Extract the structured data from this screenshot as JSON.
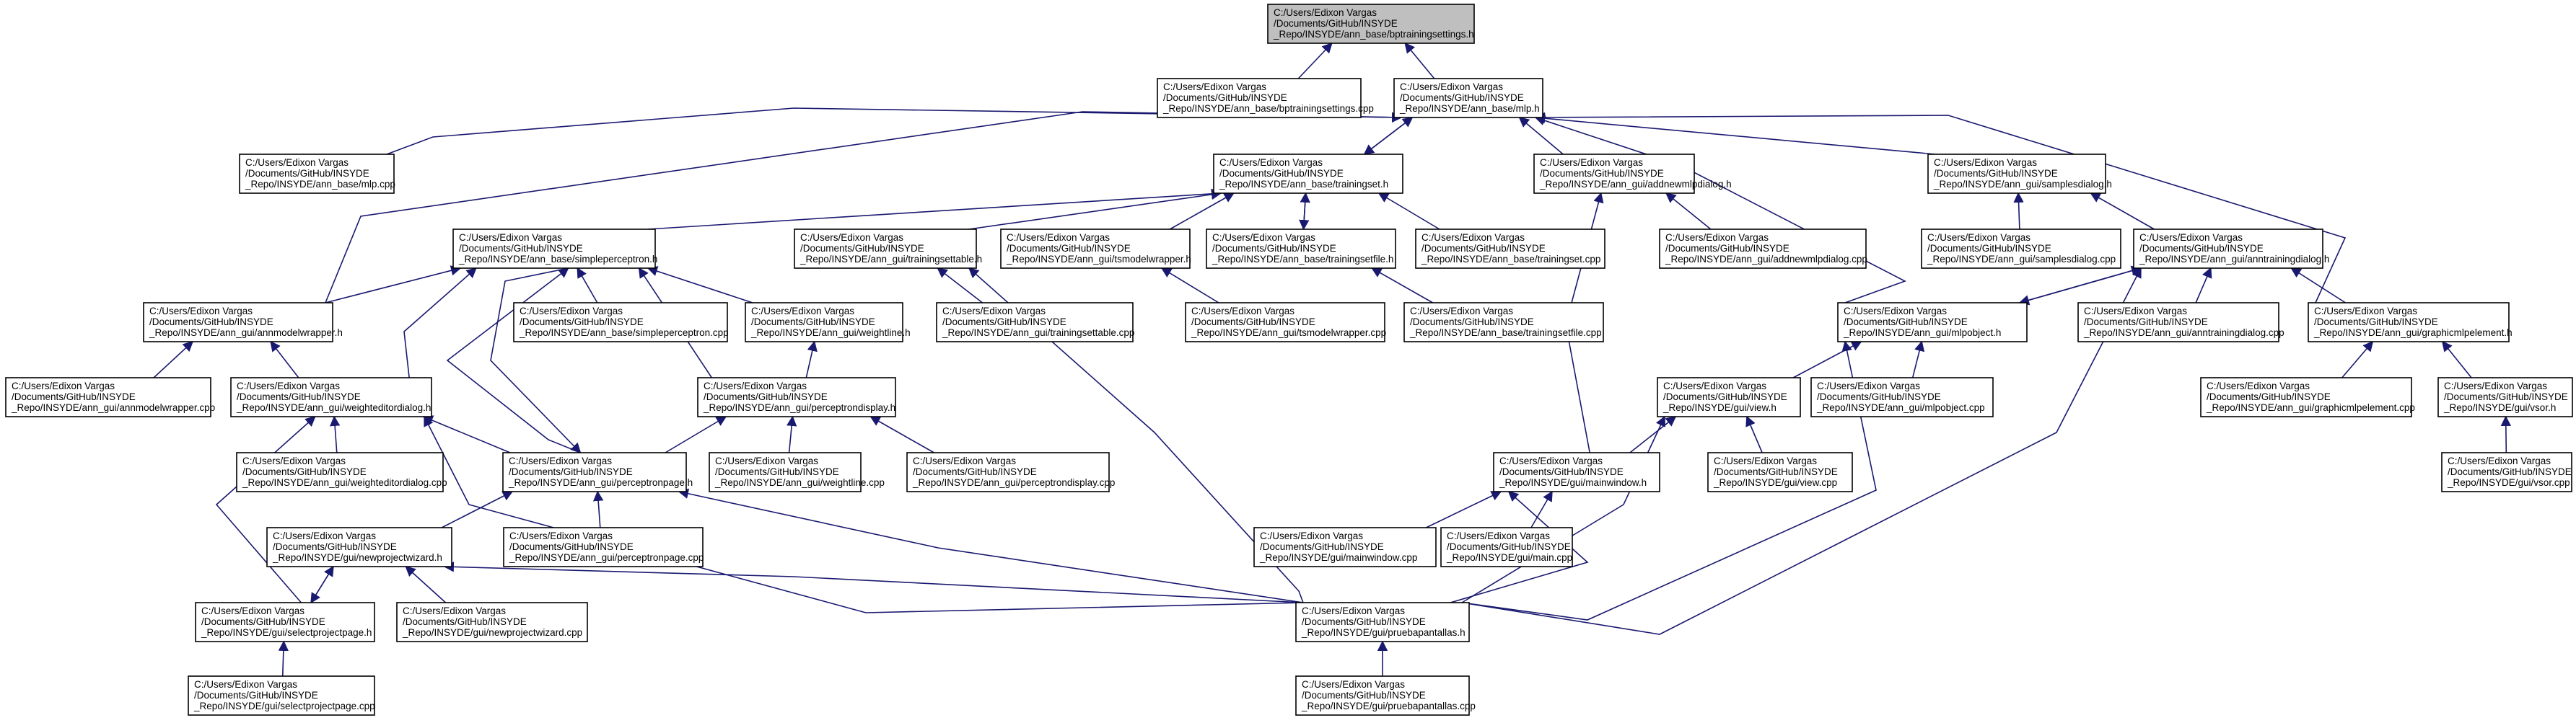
{
  "diagram": {
    "title": "",
    "colors": {
      "edge": "#191970",
      "root_fill": "#bfbfbf",
      "node_fill": "#ffffff",
      "node_stroke": "#000000"
    },
    "nodes": [
      {
        "id": "bptrainingsettings_h",
        "lines": [
          "C:/Users/Edixon Vargas",
          "/Documents/GitHub/INSYDE",
          "_Repo/INSYDE/ann_base/bptrainingsettings.h"
        ],
        "root": true
      },
      {
        "id": "bptrainingsettings_cpp",
        "lines": [
          "C:/Users/Edixon Vargas",
          "/Documents/GitHub/INSYDE",
          "_Repo/INSYDE/ann_base/bptrainingsettings.cpp"
        ]
      },
      {
        "id": "mlp_h",
        "lines": [
          "C:/Users/Edixon Vargas",
          "/Documents/GitHub/INSYDE",
          "_Repo/INSYDE/ann_base/mlp.h"
        ]
      },
      {
        "id": "mlp_cpp",
        "lines": [
          "C:/Users/Edixon Vargas",
          "/Documents/GitHub/INSYDE",
          "_Repo/INSYDE/ann_base/mlp.cpp"
        ]
      },
      {
        "id": "trainingset_h",
        "lines": [
          "C:/Users/Edixon Vargas",
          "/Documents/GitHub/INSYDE",
          "_Repo/INSYDE/ann_base/trainingset.h"
        ]
      },
      {
        "id": "addnewmlpdialog_h",
        "lines": [
          "C:/Users/Edixon Vargas",
          "/Documents/GitHub/INSYDE",
          "_Repo/INSYDE/ann_gui/addnewmlpdialog.h"
        ]
      },
      {
        "id": "samplesdialog_h",
        "lines": [
          "C:/Users/Edixon Vargas",
          "/Documents/GitHub/INSYDE",
          "_Repo/INSYDE/ann_gui/samplesdialog.h"
        ]
      },
      {
        "id": "simpleperceptron_h",
        "lines": [
          "C:/Users/Edixon Vargas",
          "/Documents/GitHub/INSYDE",
          "_Repo/INSYDE/ann_base/simpleperceptron.h"
        ]
      },
      {
        "id": "trainingsettable_h",
        "lines": [
          "C:/Users/Edixon Vargas",
          "/Documents/GitHub/INSYDE",
          "_Repo/INSYDE/ann_gui/trainingsettable.h"
        ]
      },
      {
        "id": "tsmodelwrapper_h",
        "lines": [
          "C:/Users/Edixon Vargas",
          "/Documents/GitHub/INSYDE",
          "_Repo/INSYDE/ann_gui/tsmodelwrapper.h"
        ]
      },
      {
        "id": "trainingsetfile_h",
        "lines": [
          "C:/Users/Edixon Vargas",
          "/Documents/GitHub/INSYDE",
          "_Repo/INSYDE/ann_base/trainingsetfile.h"
        ]
      },
      {
        "id": "trainingset_cpp",
        "lines": [
          "C:/Users/Edixon Vargas",
          "/Documents/GitHub/INSYDE",
          "_Repo/INSYDE/ann_base/trainingset.cpp"
        ]
      },
      {
        "id": "addnewmlpdialog_cpp",
        "lines": [
          "C:/Users/Edixon Vargas",
          "/Documents/GitHub/INSYDE",
          "_Repo/INSYDE/ann_gui/addnewmlpdialog.cpp"
        ]
      },
      {
        "id": "samplesdialog_cpp",
        "lines": [
          "C:/Users/Edixon Vargas",
          "/Documents/GitHub/INSYDE",
          "_Repo/INSYDE/ann_gui/samplesdialog.cpp"
        ]
      },
      {
        "id": "anntrainingdialog_h",
        "lines": [
          "C:/Users/Edixon Vargas",
          "/Documents/GitHub/INSYDE",
          "_Repo/INSYDE/ann_gui/anntrainingdialog.h"
        ]
      },
      {
        "id": "annmodelwrapper_h",
        "lines": [
          "C:/Users/Edixon Vargas",
          "/Documents/GitHub/INSYDE",
          "_Repo/INSYDE/ann_gui/annmodelwrapper.h"
        ]
      },
      {
        "id": "simpleperceptron_cpp",
        "lines": [
          "C:/Users/Edixon Vargas",
          "/Documents/GitHub/INSYDE",
          "_Repo/INSYDE/ann_base/simpleperceptron.cpp"
        ]
      },
      {
        "id": "weightline_h",
        "lines": [
          "C:/Users/Edixon Vargas",
          "/Documents/GitHub/INSYDE",
          "_Repo/INSYDE/ann_gui/weightline.h"
        ]
      },
      {
        "id": "trainingsettable_cpp",
        "lines": [
          "C:/Users/Edixon Vargas",
          "/Documents/GitHub/INSYDE",
          "_Repo/INSYDE/ann_gui/trainingsettable.cpp"
        ]
      },
      {
        "id": "tsmodelwrapper_cpp",
        "lines": [
          "C:/Users/Edixon Vargas",
          "/Documents/GitHub/INSYDE",
          "_Repo/INSYDE/ann_gui/tsmodelwrapper.cpp"
        ]
      },
      {
        "id": "trainingsetfile_cpp",
        "lines": [
          "C:/Users/Edixon Vargas",
          "/Documents/GitHub/INSYDE",
          "_Repo/INSYDE/ann_base/trainingsetfile.cpp"
        ]
      },
      {
        "id": "mlpobject_h",
        "lines": [
          "C:/Users/Edixon Vargas",
          "/Documents/GitHub/INSYDE",
          "_Repo/INSYDE/ann_gui/mlpobject.h"
        ]
      },
      {
        "id": "anntrainingdialog_cpp",
        "lines": [
          "C:/Users/Edixon Vargas",
          "/Documents/GitHub/INSYDE",
          "_Repo/INSYDE/ann_gui/anntrainingdialog.cpp"
        ]
      },
      {
        "id": "graphicmlpelement_h",
        "lines": [
          "C:/Users/Edixon Vargas",
          "/Documents/GitHub/INSYDE",
          "_Repo/INSYDE/ann_gui/graphicmlpelement.h"
        ]
      },
      {
        "id": "annmodelwrapper_cpp",
        "lines": [
          "C:/Users/Edixon Vargas",
          "/Documents/GitHub/INSYDE",
          "_Repo/INSYDE/ann_gui/annmodelwrapper.cpp"
        ]
      },
      {
        "id": "weighteditordialog_h",
        "lines": [
          "C:/Users/Edixon Vargas",
          "/Documents/GitHub/INSYDE",
          "_Repo/INSYDE/ann_gui/weighteditordialog.h"
        ]
      },
      {
        "id": "perceptrondisplay_h",
        "lines": [
          "C:/Users/Edixon Vargas",
          "/Documents/GitHub/INSYDE",
          "_Repo/INSYDE/ann_gui/perceptrondisplay.h"
        ]
      },
      {
        "id": "view_h",
        "lines": [
          "C:/Users/Edixon Vargas",
          "/Documents/GitHub/INSYDE",
          "_Repo/INSYDE/gui/view.h"
        ]
      },
      {
        "id": "mlpobject_cpp",
        "lines": [
          "C:/Users/Edixon Vargas",
          "/Documents/GitHub/INSYDE",
          "_Repo/INSYDE/ann_gui/mlpobject.cpp"
        ]
      },
      {
        "id": "graphicmlpelement_cpp",
        "lines": [
          "C:/Users/Edixon Vargas",
          "/Documents/GitHub/INSYDE",
          "_Repo/INSYDE/ann_gui/graphicmlpelement.cpp"
        ]
      },
      {
        "id": "vsor_h",
        "lines": [
          "C:/Users/Edixon Vargas",
          "/Documents/GitHub/INSYDE",
          "_Repo/INSYDE/gui/vsor.h"
        ]
      },
      {
        "id": "weighteditordialog_cpp",
        "lines": [
          "C:/Users/Edixon Vargas",
          "/Documents/GitHub/INSYDE",
          "_Repo/INSYDE/ann_gui/weighteditordialog.cpp"
        ]
      },
      {
        "id": "perceptronpage_h",
        "lines": [
          "C:/Users/Edixon Vargas",
          "/Documents/GitHub/INSYDE",
          "_Repo/INSYDE/ann_gui/perceptronpage.h"
        ]
      },
      {
        "id": "weightline_cpp",
        "lines": [
          "C:/Users/Edixon Vargas",
          "/Documents/GitHub/INSYDE",
          "_Repo/INSYDE/ann_gui/weightline.cpp"
        ]
      },
      {
        "id": "perceptrondisplay_cpp",
        "lines": [
          "C:/Users/Edixon Vargas",
          "/Documents/GitHub/INSYDE",
          "_Repo/INSYDE/ann_gui/perceptrondisplay.cpp"
        ]
      },
      {
        "id": "mainwindow_h",
        "lines": [
          "C:/Users/Edixon Vargas",
          "/Documents/GitHub/INSYDE",
          "_Repo/INSYDE/gui/mainwindow.h"
        ]
      },
      {
        "id": "view_cpp",
        "lines": [
          "C:/Users/Edixon Vargas",
          "/Documents/GitHub/INSYDE",
          "_Repo/INSYDE/gui/view.cpp"
        ]
      },
      {
        "id": "vsor_cpp",
        "lines": [
          "C:/Users/Edixon Vargas",
          "/Documents/GitHub/INSYDE",
          "_Repo/INSYDE/gui/vsor.cpp"
        ]
      },
      {
        "id": "newprojectwizard_h",
        "lines": [
          "C:/Users/Edixon Vargas",
          "/Documents/GitHub/INSYDE",
          "_Repo/INSYDE/gui/newprojectwizard.h"
        ]
      },
      {
        "id": "perceptronpage_cpp",
        "lines": [
          "C:/Users/Edixon Vargas",
          "/Documents/GitHub/INSYDE",
          "_Repo/INSYDE/ann_gui/perceptronpage.cpp"
        ]
      },
      {
        "id": "mainwindow_cpp",
        "lines": [
          "C:/Users/Edixon Vargas",
          "/Documents/GitHub/INSYDE",
          "_Repo/INSYDE/gui/mainwindow.cpp"
        ]
      },
      {
        "id": "main_cpp",
        "lines": [
          "C:/Users/Edixon Vargas",
          "/Documents/GitHub/INSYDE",
          "_Repo/INSYDE/gui/main.cpp"
        ]
      },
      {
        "id": "selectprojectpage_h",
        "lines": [
          "C:/Users/Edixon Vargas",
          "/Documents/GitHub/INSYDE",
          "_Repo/INSYDE/gui/selectprojectpage.h"
        ]
      },
      {
        "id": "newprojectwizard_cpp",
        "lines": [
          "C:/Users/Edixon Vargas",
          "/Documents/GitHub/INSYDE",
          "_Repo/INSYDE/gui/newprojectwizard.cpp"
        ]
      },
      {
        "id": "pruebapantallas_h",
        "lines": [
          "C:/Users/Edixon Vargas",
          "/Documents/GitHub/INSYDE",
          "_Repo/INSYDE/gui/pruebapantallas.h"
        ]
      },
      {
        "id": "selectprojectpage_cpp",
        "lines": [
          "C:/Users/Edixon Vargas",
          "/Documents/GitHub/INSYDE",
          "_Repo/INSYDE/gui/selectprojectpage.cpp"
        ]
      },
      {
        "id": "pruebapantallas_cpp",
        "lines": [
          "C:/Users/Edixon Vargas",
          "/Documents/GitHub/INSYDE",
          "_Repo/INSYDE/gui/pruebapantallas.cpp"
        ]
      }
    ],
    "edges": [
      [
        "bptrainingsettings_h",
        "bptrainingsettings_cpp"
      ],
      [
        "bptrainingsettings_h",
        "mlp_h"
      ],
      [
        "mlp_h",
        "mlp_cpp"
      ],
      [
        "mlp_h",
        "trainingset_h"
      ],
      [
        "trainingset_h",
        "mlp_h"
      ],
      [
        "mlp_h",
        "addnewmlpdialog_h"
      ],
      [
        "mlp_h",
        "samplesdialog_h"
      ],
      [
        "mlp_h",
        "annmodelwrapper_h"
      ],
      [
        "mlp_h",
        "mlpobject_h"
      ],
      [
        "mlp_h",
        "graphicmlpelement_h"
      ],
      [
        "trainingset_h",
        "simpleperceptron_h"
      ],
      [
        "trainingset_h",
        "trainingsettable_h"
      ],
      [
        "trainingset_h",
        "tsmodelwrapper_h"
      ],
      [
        "trainingset_h",
        "trainingsetfile_h"
      ],
      [
        "trainingsetfile_h",
        "trainingset_h"
      ],
      [
        "trainingset_h",
        "trainingset_cpp"
      ],
      [
        "addnewmlpdialog_h",
        "addnewmlpdialog_cpp"
      ],
      [
        "addnewmlpdialog_h",
        "mainwindow_h"
      ],
      [
        "samplesdialog_h",
        "samplesdialog_cpp"
      ],
      [
        "samplesdialog_h",
        "anntrainingdialog_h"
      ],
      [
        "simpleperceptron_h",
        "annmodelwrapper_h"
      ],
      [
        "simpleperceptron_h",
        "simpleperceptron_cpp"
      ],
      [
        "simpleperceptron_h",
        "weightline_h"
      ],
      [
        "simpleperceptron_h",
        "weighteditordialog_h"
      ],
      [
        "simpleperceptron_h",
        "perceptrondisplay_h"
      ],
      [
        "simpleperceptron_h",
        "perceptronpage_h"
      ],
      [
        "perceptronpage_h",
        "simpleperceptron_h"
      ],
      [
        "trainingsettable_h",
        "trainingsettable_cpp"
      ],
      [
        "trainingsettable_h",
        "pruebapantallas_h"
      ],
      [
        "tsmodelwrapper_h",
        "tsmodelwrapper_cpp"
      ],
      [
        "trainingsetfile_h",
        "trainingsetfile_cpp"
      ],
      [
        "anntrainingdialog_h",
        "mlpobject_h"
      ],
      [
        "mlpobject_h",
        "anntrainingdialog_h"
      ],
      [
        "anntrainingdialog_h",
        "anntrainingdialog_cpp"
      ],
      [
        "anntrainingdialog_h",
        "graphicmlpelement_h"
      ],
      [
        "anntrainingdialog_h",
        "pruebapantallas_h"
      ],
      [
        "annmodelwrapper_h",
        "annmodelwrapper_cpp"
      ],
      [
        "annmodelwrapper_h",
        "weighteditordialog_h"
      ],
      [
        "weightline_h",
        "perceptrondisplay_h"
      ],
      [
        "mlpobject_h",
        "view_h"
      ],
      [
        "mlpobject_h",
        "mlpobject_cpp"
      ],
      [
        "mlpobject_h",
        "pruebapantallas_h"
      ],
      [
        "graphicmlpelement_h",
        "graphicmlpelement_cpp"
      ],
      [
        "graphicmlpelement_h",
        "vsor_h"
      ],
      [
        "weighteditordialog_h",
        "weighteditordialog_cpp"
      ],
      [
        "weighteditordialog_h",
        "perceptronpage_h"
      ],
      [
        "weighteditordialog_h",
        "pruebapantallas_h"
      ],
      [
        "weighteditordialog_h",
        "selectprojectpage_h"
      ],
      [
        "perceptrondisplay_h",
        "perceptronpage_h"
      ],
      [
        "perceptrondisplay_h",
        "weightline_cpp"
      ],
      [
        "perceptrondisplay_h",
        "perceptrondisplay_cpp"
      ],
      [
        "view_h",
        "mainwindow_h"
      ],
      [
        "view_h",
        "view_cpp"
      ],
      [
        "view_h",
        "pruebapantallas_h"
      ],
      [
        "vsor_h",
        "vsor_cpp"
      ],
      [
        "perceptronpage_h",
        "newprojectwizard_h"
      ],
      [
        "perceptronpage_h",
        "perceptronpage_cpp"
      ],
      [
        "perceptronpage_h",
        "pruebapantallas_h"
      ],
      [
        "mainwindow_h",
        "mainwindow_cpp"
      ],
      [
        "mainwindow_h",
        "main_cpp"
      ],
      [
        "mainwindow_h",
        "pruebapantallas_h"
      ],
      [
        "newprojectwizard_h",
        "selectprojectpage_h"
      ],
      [
        "selectprojectpage_h",
        "newprojectwizard_h"
      ],
      [
        "newprojectwizard_h",
        "newprojectwizard_cpp"
      ],
      [
        "newprojectwizard_h",
        "pruebapantallas_h"
      ],
      [
        "selectprojectpage_h",
        "selectprojectpage_cpp"
      ],
      [
        "pruebapantallas_h",
        "pruebapantallas_cpp"
      ]
    ]
  }
}
